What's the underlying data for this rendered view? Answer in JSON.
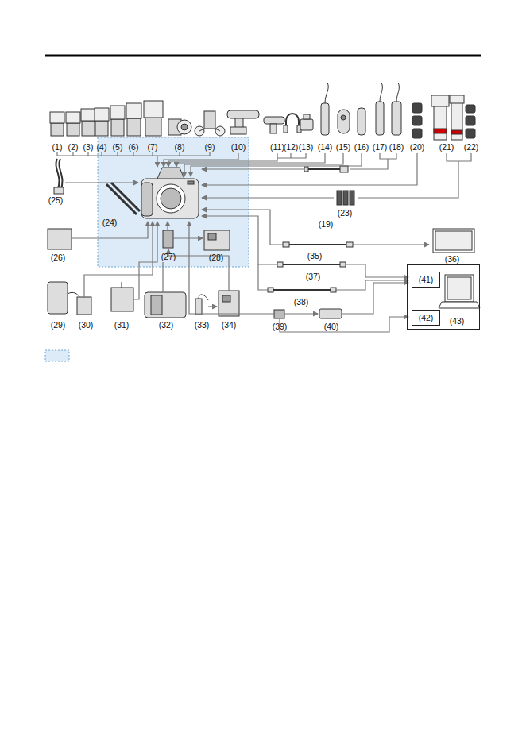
{
  "diagram": {
    "nodes": [
      {
        "text": [
          "(43)"
        ]
      },
      {
        "text": [
          "(41)"
        ],
        "in": 0
      },
      {
        "text": [
          "(42)"
        ],
        "in": 0
      }
    ],
    "labels": [
      "(1)",
      "(2)",
      "(3)",
      "(4)",
      "(5)",
      "(6)",
      "(7)",
      "(8)",
      "(9)",
      "(10)",
      "(11)",
      "(12)",
      "(13)",
      "(14)",
      "(15)",
      "(16)",
      "(17)",
      "(18)",
      "(19)",
      "(20)",
      "(21)",
      "(22)",
      "(23)",
      "(24)",
      "(25)",
      "(26)",
      "(27)",
      "(28)",
      "(29)",
      "(30)",
      "(31)",
      "(32)",
      "(33)",
      "(34)",
      "(35)",
      "(36)",
      "(37)",
      "(38)",
      "(39)",
      "(40)"
    ]
  }
}
